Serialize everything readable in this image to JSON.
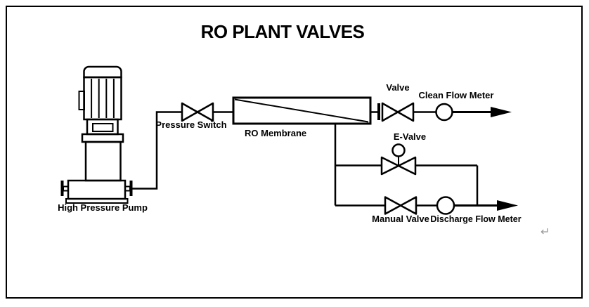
{
  "title": "RO PLANT VALVES",
  "colors": {
    "line_color": "#000000",
    "page_border": "#000000",
    "background": "#ffffff",
    "return_mark": "#9b9b9b"
  },
  "components": {
    "high_pressure_pump": {
      "label": "High Pressure Pump",
      "symbol": "vertical-multistage-pump-icon"
    },
    "pressure_switch": {
      "label": "Pressure Switch",
      "symbol": "bowtie-valve-icon"
    },
    "ro_membrane": {
      "label": "RO Membrane",
      "symbol": "vessel-with-diagonal-icon"
    },
    "clean_valve": {
      "label": "Valve",
      "symbol": "bowtie-valve-icon"
    },
    "clean_flow_meter": {
      "label": "Clean Flow Meter",
      "symbol": "circle-meter-icon"
    },
    "e_valve": {
      "label": "E-Valve",
      "symbol": "actuated-bowtie-valve-icon"
    },
    "manual_valve": {
      "label": "Manual Valve",
      "symbol": "bowtie-valve-icon"
    },
    "discharge_flow_meter": {
      "label": "Discharge Flow Meter",
      "symbol": "circle-meter-icon"
    }
  },
  "marks": {
    "return_mark": "↵"
  }
}
